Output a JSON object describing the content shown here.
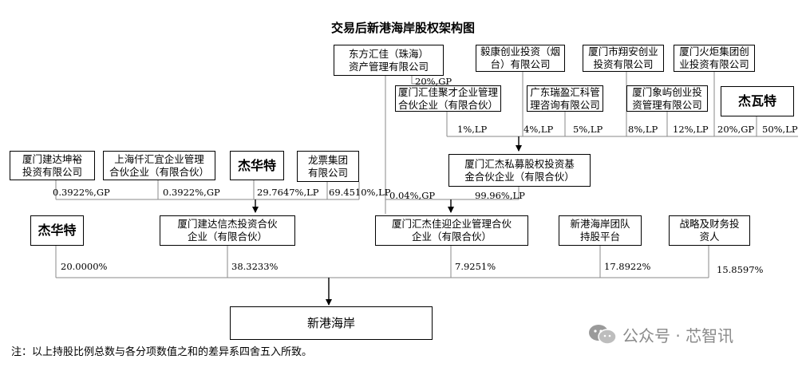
{
  "title": "交易后新港海岸股权架构图",
  "boxes": {
    "dongfang": "东方汇佳（珠海）\n资产管理有限公司",
    "yikang": "毅康创业投资（烟\n台）有限公司",
    "xiangan": "厦门市翔安创业\n投资有限公司",
    "huoju": "厦门火炬集团创\n业投资有限公司",
    "huijia_juncai": "厦门汇佳聚才企业管理\n合伙企业（有限合伙）",
    "ruiying": "广东瑞盈汇科管\n理咨询有限公司",
    "xiangyu": "厦门象屿创业投\n资管理有限公司",
    "jiewate": "杰瓦特",
    "huijie_pe": "厦门汇杰私募股权投资基\n金合伙企业（有限合伙）",
    "jianda_kunyu": "厦门建达坤裕\n投资有限公司",
    "qianhuiyi": "上海仟汇宜企业管理\n合伙企业（有限合伙）",
    "jiehuate_top": "杰华特",
    "longpiao": "龙票集团\n有限公司",
    "jiehuate_main": "杰华特",
    "jianda_xinjie": "厦门建达信杰投资合伙\n企业（有限合伙）",
    "huijie_jiaying": "厦门汇杰佳迎企业管理合伙\n企业（有限合伙）",
    "team": "新港海岸团队\n持股平台",
    "strategic": "战略及财务投\n资人",
    "target": "新港海岸"
  },
  "labels": {
    "dongfang_pct": "20%,GP",
    "juncai_pct": "1%,LP",
    "yikang_pct": "4%,LP",
    "ruiying_pct": "5%,LP",
    "xiangan_pct": "8%,LP",
    "xiangyu_pct": "12%,LP",
    "jiewate_gp_pct": "20%,GP",
    "huoju_pct": "50%,LP",
    "kunyu_pct": "0.3922%,GP",
    "qianhuiyi_pct": "0.3922%,GP",
    "jiehuate_lp_pct": "29.7647%,LP",
    "longpiao_pct": "69.4510%,LP",
    "dongfang_direct_pct": "0.04%,GP",
    "huijie_pe_pct": "99.96%,LP",
    "jiehuate_main_pct": "20.0000%",
    "xinjie_pct": "38.3233%",
    "jiaying_pct": "7.9251%",
    "team_pct": "17.8922%",
    "strategic_pct": "15.8597%"
  },
  "note": "注：以上持股比例总数与各分项数值之和的差异系四舍五入所致。",
  "watermark": {
    "text": "公众号 · 芯智讯",
    "icon": "wechat-icon"
  }
}
